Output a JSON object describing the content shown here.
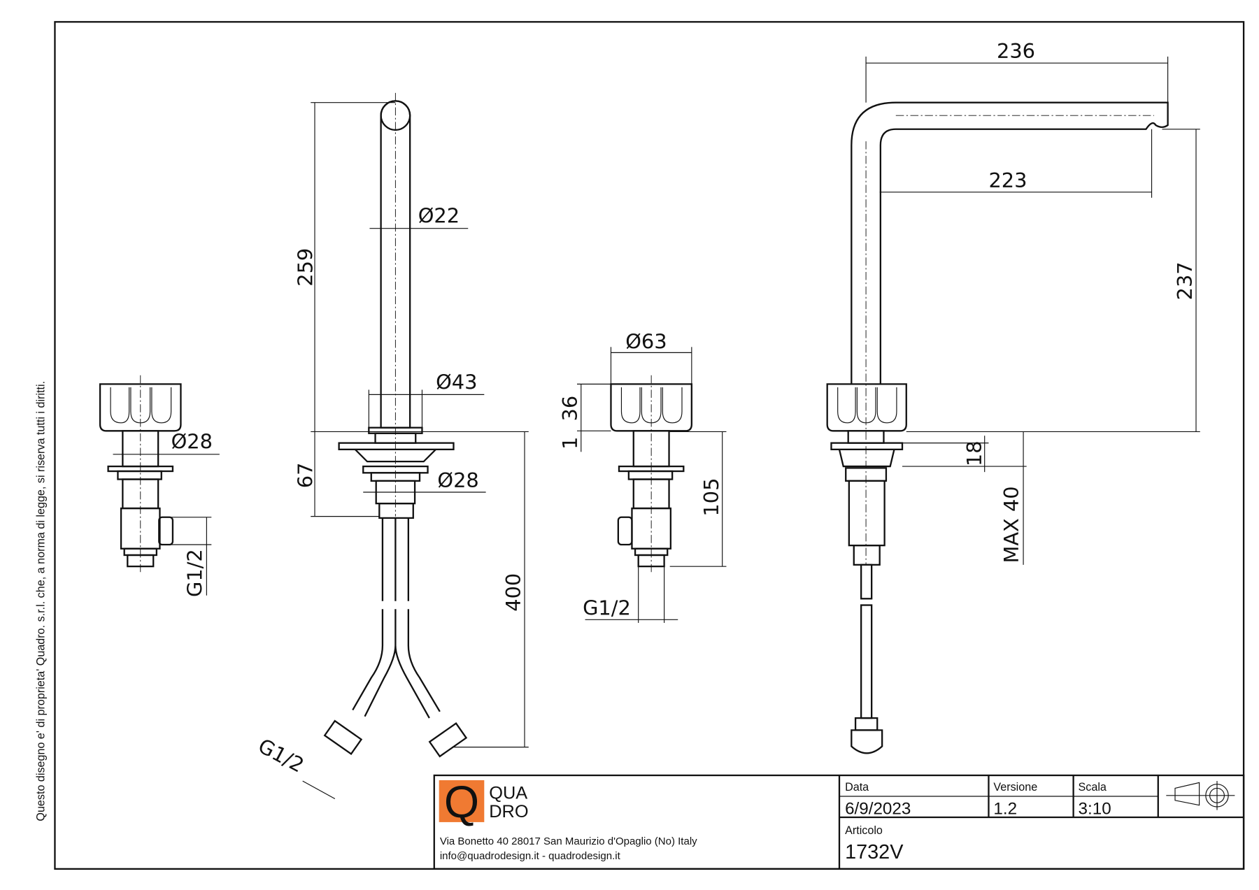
{
  "side_note": "Questo disegno e' di proprieta' Quadro. s.r.l. che, a norma di legge, si riserva tutti i diritti.",
  "dimensions": {
    "left_valve": {
      "diameter": "Ø28",
      "thread": "G1/2"
    },
    "spout_front": {
      "height": "259",
      "diameter_tube": "Ø22",
      "diameter_base": "Ø43",
      "diameter_shank": "Ø28",
      "base_height": "67",
      "hose_length": "400",
      "thread": "G1/2"
    },
    "middle_valve": {
      "diameter": "Ø63",
      "knob_height": "36",
      "gap": "1",
      "shank": "105",
      "thread": "G1/2"
    },
    "spout_side": {
      "reach": "236",
      "outlet_reach": "223",
      "outlet_height": "237",
      "flange": "18",
      "max_deck": "MAX 40"
    }
  },
  "title_block": {
    "logo_top": "QUA",
    "logo_bottom": "DRO",
    "logo_letter": "Q",
    "address": "Via Bonetto 40  28017 San Maurizio d'Opaglio (No) Italy",
    "contact": "info@quadrodesign.it  -  quadrodesign.it",
    "date_label": "Data",
    "date_value": "6/9/2023",
    "version_label": "Versione",
    "version_value": "1.2",
    "scale_label": "Scala",
    "scale_value": "3:10",
    "article_label": "Articolo",
    "article_value": "1732V",
    "brand_color": "#f07a32"
  }
}
